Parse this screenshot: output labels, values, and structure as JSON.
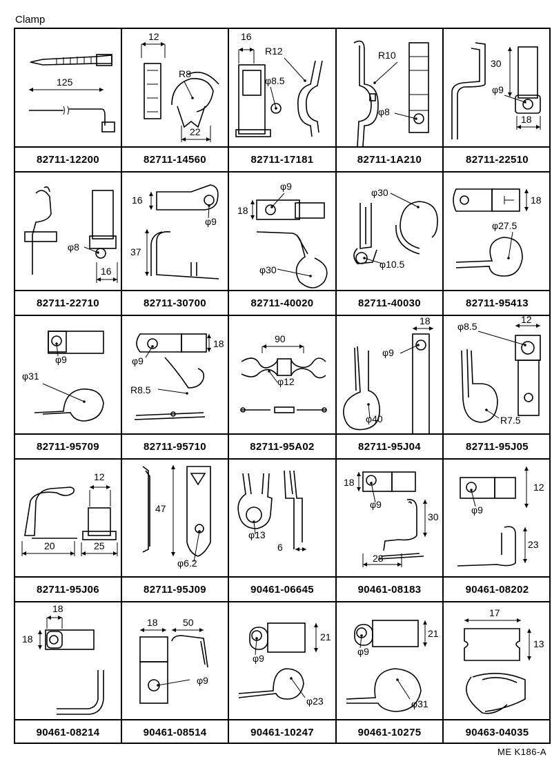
{
  "page": {
    "title": "Clamp",
    "code": "ME  K186-A"
  },
  "cells": [
    {
      "part": "82711-12200",
      "dims": [
        "125"
      ]
    },
    {
      "part": "82711-14560",
      "dims": [
        "12",
        "R8",
        "22"
      ]
    },
    {
      "part": "82711-17181",
      "dims": [
        "16",
        "R12",
        "φ8.5"
      ]
    },
    {
      "part": "82711-1A210",
      "dims": [
        "R10",
        "φ8"
      ]
    },
    {
      "part": "82711-22510",
      "dims": [
        "30",
        "φ9",
        "18"
      ]
    },
    {
      "part": "82711-22710",
      "dims": [
        "φ8",
        "16"
      ]
    },
    {
      "part": "82711-30700",
      "dims": [
        "16",
        "φ9",
        "37"
      ]
    },
    {
      "part": "82711-40020",
      "dims": [
        "φ9",
        "18",
        "φ30"
      ]
    },
    {
      "part": "82711-40030",
      "dims": [
        "φ30",
        "φ10.5"
      ]
    },
    {
      "part": "82711-95413",
      "dims": [
        "18",
        "φ27.5"
      ]
    },
    {
      "part": "82711-95709",
      "dims": [
        "φ9",
        "φ31"
      ]
    },
    {
      "part": "82711-95710",
      "dims": [
        "18",
        "φ9",
        "R8.5"
      ]
    },
    {
      "part": "82711-95A02",
      "dims": [
        "90",
        "φ12"
      ]
    },
    {
      "part": "82711-95J04",
      "dims": [
        "18",
        "φ9",
        "φ40"
      ]
    },
    {
      "part": "82711-95J05",
      "dims": [
        "φ8.5",
        "12",
        "R7.5"
      ]
    },
    {
      "part": "82711-95J06",
      "dims": [
        "12",
        "20",
        "25"
      ]
    },
    {
      "part": "82711-95J09",
      "dims": [
        "47",
        "φ6.2"
      ]
    },
    {
      "part": "90461-06645",
      "dims": [
        "φ13",
        "6"
      ]
    },
    {
      "part": "90461-08183",
      "dims": [
        "18",
        "φ9",
        "30",
        "28"
      ]
    },
    {
      "part": "90461-08202",
      "dims": [
        "12",
        "φ9",
        "23"
      ]
    },
    {
      "part": "90461-08214",
      "dims": [
        "18",
        "18"
      ]
    },
    {
      "part": "90461-08514",
      "dims": [
        "18",
        "50",
        "φ9"
      ]
    },
    {
      "part": "90461-10247",
      "dims": [
        "21",
        "φ9",
        "φ23"
      ]
    },
    {
      "part": "90461-10275",
      "dims": [
        "21",
        "φ9",
        "φ31"
      ]
    },
    {
      "part": "90463-04035",
      "dims": [
        "17",
        "13"
      ]
    }
  ]
}
